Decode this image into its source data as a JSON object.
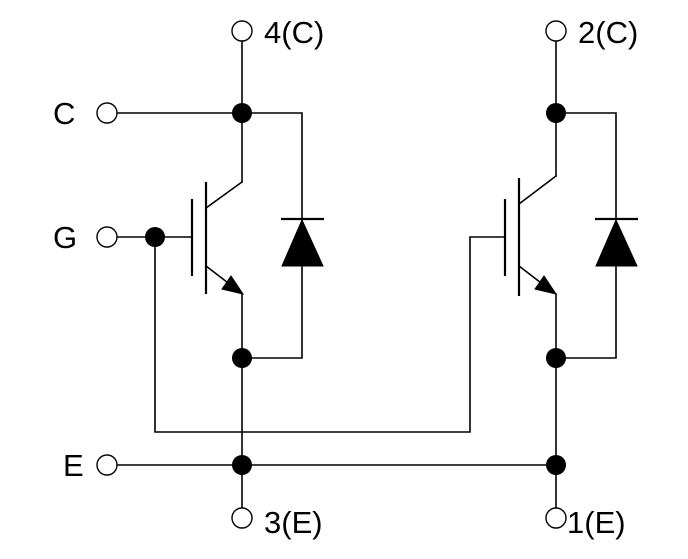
{
  "labels": {
    "c": "C",
    "g": "G",
    "e": "E",
    "t4": "4(C)",
    "t2": "2(C)",
    "t3": "3(E)",
    "t1": "1(E)"
  },
  "colors": {
    "line": "#000000",
    "background": "#ffffff"
  }
}
